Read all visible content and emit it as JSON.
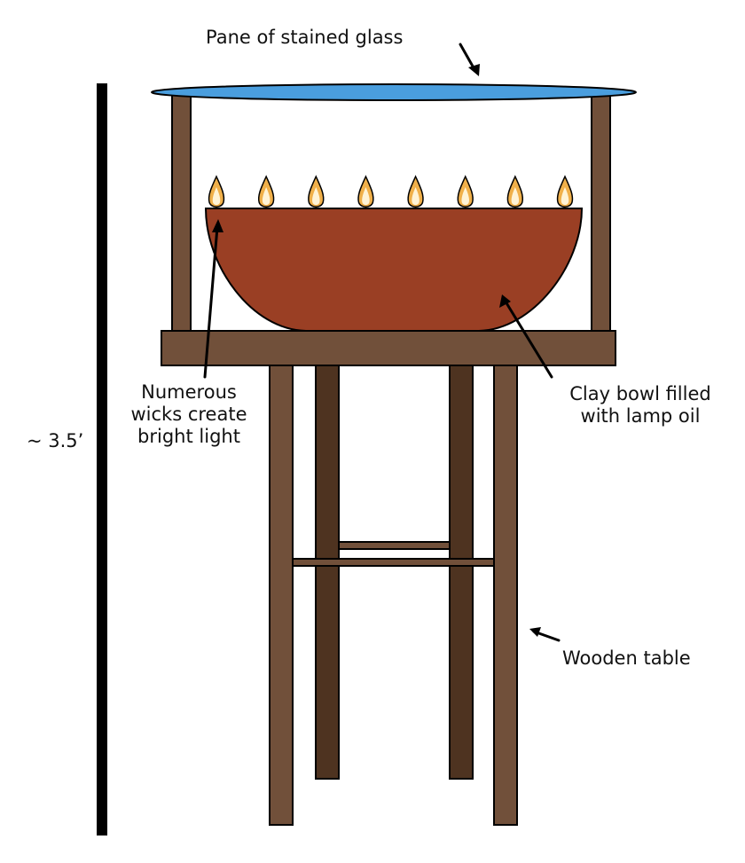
{
  "labels": {
    "glass": "Pane of stained glass",
    "wicks": [
      "Numerous",
      "wicks create",
      "bright light"
    ],
    "bowl": [
      "Clay bowl filled",
      "with lamp oil"
    ],
    "table": "Wooden table",
    "height": "~ 3.5’"
  },
  "colors": {
    "glass": "#4a9ede",
    "bowl": "#9a3f24",
    "wood": "#71503a",
    "wood_dark": "#4e3320",
    "flame": "#f0b04a",
    "flame_inner": "#fff3d6",
    "scale_bar": "#000000"
  },
  "wick_count": 8
}
